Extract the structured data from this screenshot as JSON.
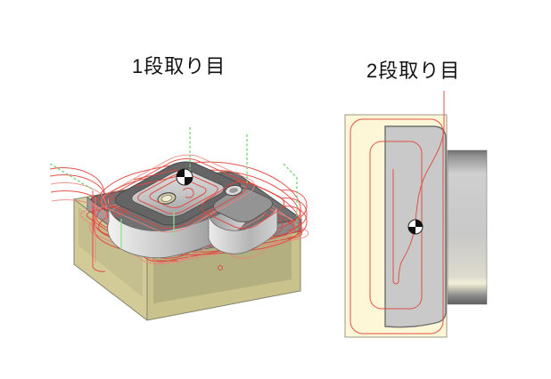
{
  "page": {
    "background": "#ffffff"
  },
  "views": {
    "setup1": {
      "title": "1段取り目"
    },
    "setup2": {
      "title": "2段取り目"
    }
  },
  "colors": {
    "toolpath_red": "#e2443e",
    "rapid_move_green": "#72d472",
    "stock_khaki": "#d8d2a2",
    "stock_cream": "#fdf6d7",
    "part_gray": "#c9c9c9",
    "deck_gray": "#717171"
  },
  "icons": {
    "datum_left": "datum-symbol",
    "datum_right": "datum-symbol"
  }
}
